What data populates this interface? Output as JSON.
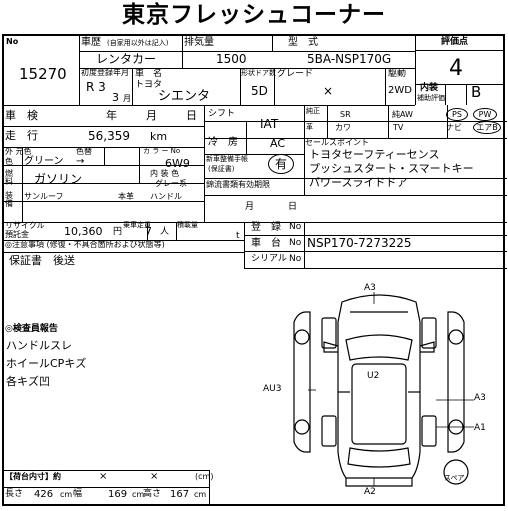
{
  "title": "東京フレッシュコーナー",
  "lot_no": {
    "label": "No",
    "value": "15270"
  },
  "vehicle": {
    "type_label": "車歴",
    "type_note": "(自家用以外は記入)",
    "type_value": "レンタカー",
    "displacement_label": "排気量",
    "displacement_value": "1500",
    "model_label": "型　式",
    "model_value": "5BA-NSP170G",
    "first_reg_label": "初度登録年月",
    "first_reg_era": "R 3",
    "first_reg_month": "3",
    "month_unit": "月",
    "name_label": "車　名",
    "maker": "トヨタ",
    "name_value": "シエンタ",
    "doors_label": "形状ドア数",
    "doors_value": "5D",
    "grade_label": "グレード",
    "grade_value": "×",
    "drive_label": "駆動",
    "drive_value": "2WD"
  },
  "score": {
    "label": "評価点",
    "value": "4",
    "interior_label": "内装",
    "interior_sub": "補助評価",
    "interior_value": "B"
  },
  "inspection": {
    "label": "車　検",
    "year": "年",
    "month": "月",
    "day": "日"
  },
  "mileage": {
    "label": "走　行",
    "value": "56,359",
    "unit": "km"
  },
  "color": {
    "label_top": "外 元色",
    "label_bottom": "色",
    "value": "グリーン",
    "change_label": "色替",
    "change_value": "→",
    "code_label": "カ ラ ー No",
    "code_value": "6W9"
  },
  "fuel": {
    "label": "燃料",
    "value": "ガソリン",
    "interior_color_label": "内 装 色",
    "interior_color_value": "グレー系"
  },
  "equipment": {
    "label": "装備",
    "sunroof": "サンルーフ",
    "leather": "本革",
    "handle": "ハンドル"
  },
  "shift": {
    "label": "シフト",
    "value": "IAT"
  },
  "ac": {
    "label": "冷　房",
    "value": "AC"
  },
  "manual": {
    "label": "新車整備手帳",
    "sub": "(保証書)",
    "value": "有"
  },
  "options": {
    "label": "純正",
    "sr": "SR",
    "aw": "純AW",
    "ps": "PS",
    "pw": "PW",
    "leather": "革",
    "cw": "カワ",
    "tv": "TV",
    "navi": "ナビ",
    "airbag": "エアB"
  },
  "sales_points": {
    "label": "セールスポイント",
    "items": [
      "トヨタセーフティーセンス",
      "プッシュスタート・スマートキー",
      "パワースライドドア"
    ]
  },
  "expiry": {
    "label": "錦流書類有効期限",
    "month": "月",
    "day": "日"
  },
  "recycle": {
    "label_top": "リサイクル",
    "label_bottom": "預託金",
    "value": "10,360",
    "unit": "円"
  },
  "capacity": {
    "label": "乗車定員",
    "value": "7",
    "unit": "人"
  },
  "load": {
    "label": "積載量",
    "unit": "t"
  },
  "registration": {
    "label": "登　録",
    "value": "No"
  },
  "chassis": {
    "label": "車　台",
    "no": "No",
    "value": "NSP170-7273225"
  },
  "serial": {
    "label": "シリアル",
    "no": "No"
  },
  "notes": {
    "label": "◎注意事項 (修復・不具合箇所および状態等)",
    "items": [
      "保証書　後送"
    ]
  },
  "inspector": {
    "label": "◎検査員報告",
    "items": [
      "ハンドルスレ",
      "ホイールCPキズ",
      "各キズ凹"
    ]
  },
  "diagram": {
    "a3_top": "A3",
    "u2": "U2",
    "au3": "AU3",
    "a3_right": "A3",
    "a1": "A1",
    "a2": "A2",
    "spare": "スペア"
  },
  "cargo": {
    "label": "【荷台内寸】約",
    "x1": "×",
    "x2": "×",
    "unit": "(cm)"
  },
  "dims": {
    "length_label": "長さ",
    "length_value": "426",
    "width_label": "幅",
    "width_value": "169",
    "height_label": "高さ",
    "height_value": "167",
    "unit": "cm"
  }
}
